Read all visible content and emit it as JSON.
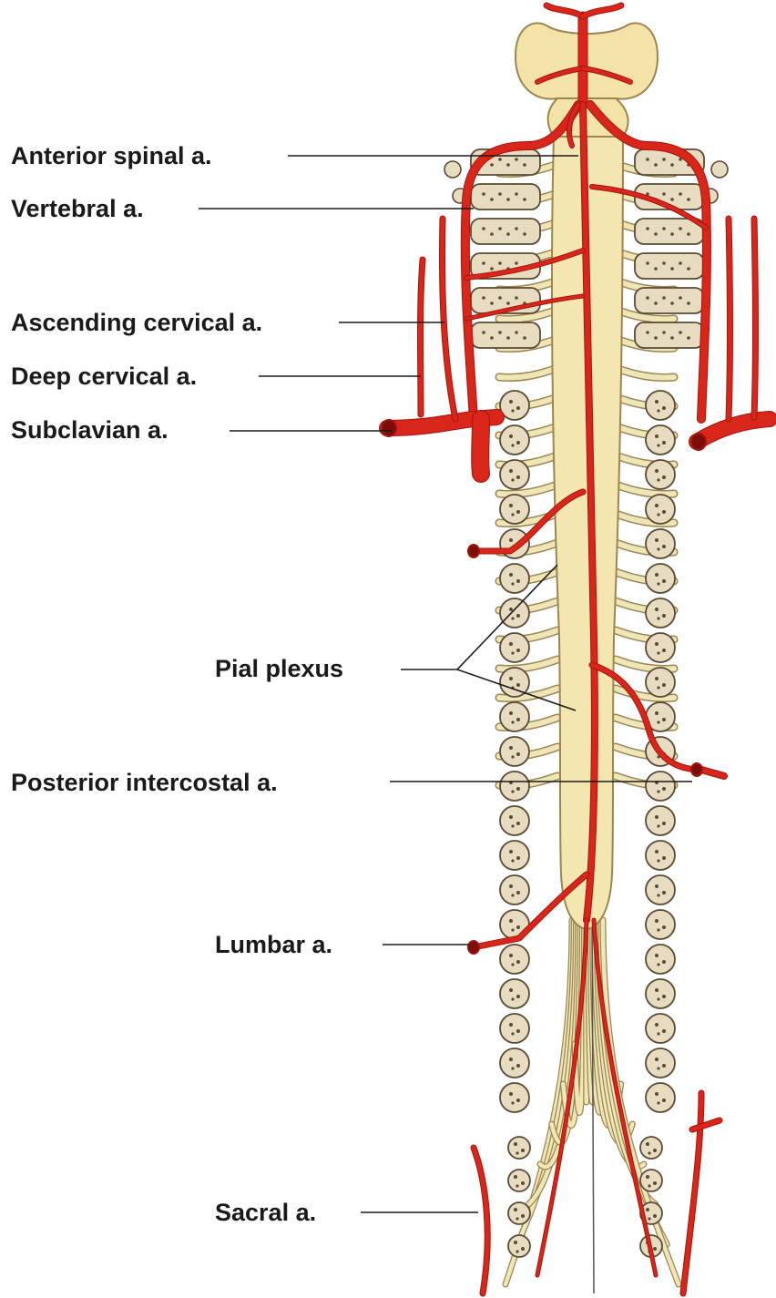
{
  "labels": {
    "anterior_spinal": "Anterior spinal a.",
    "vertebral": "Vertebral a.",
    "ascending_cervical": "Ascending cervical a.",
    "deep_cervical": "Deep cervical a.",
    "subclavian": "Subclavian a.",
    "pial_plexus": "Pial plexus",
    "posterior_intercostal": "Posterior intercostal a.",
    "lumbar": "Lumbar a.",
    "sacral": "Sacral a."
  },
  "colors": {
    "artery": "#d8271a",
    "artery_dark": "#a5140c",
    "cord": "#f4e6b0",
    "cord_outline": "#9c8550",
    "nerve": "#efe6b8",
    "bone": "#e8dcc0",
    "bone_outline": "#5a4a35",
    "brainstem": "#f3e3a6"
  }
}
